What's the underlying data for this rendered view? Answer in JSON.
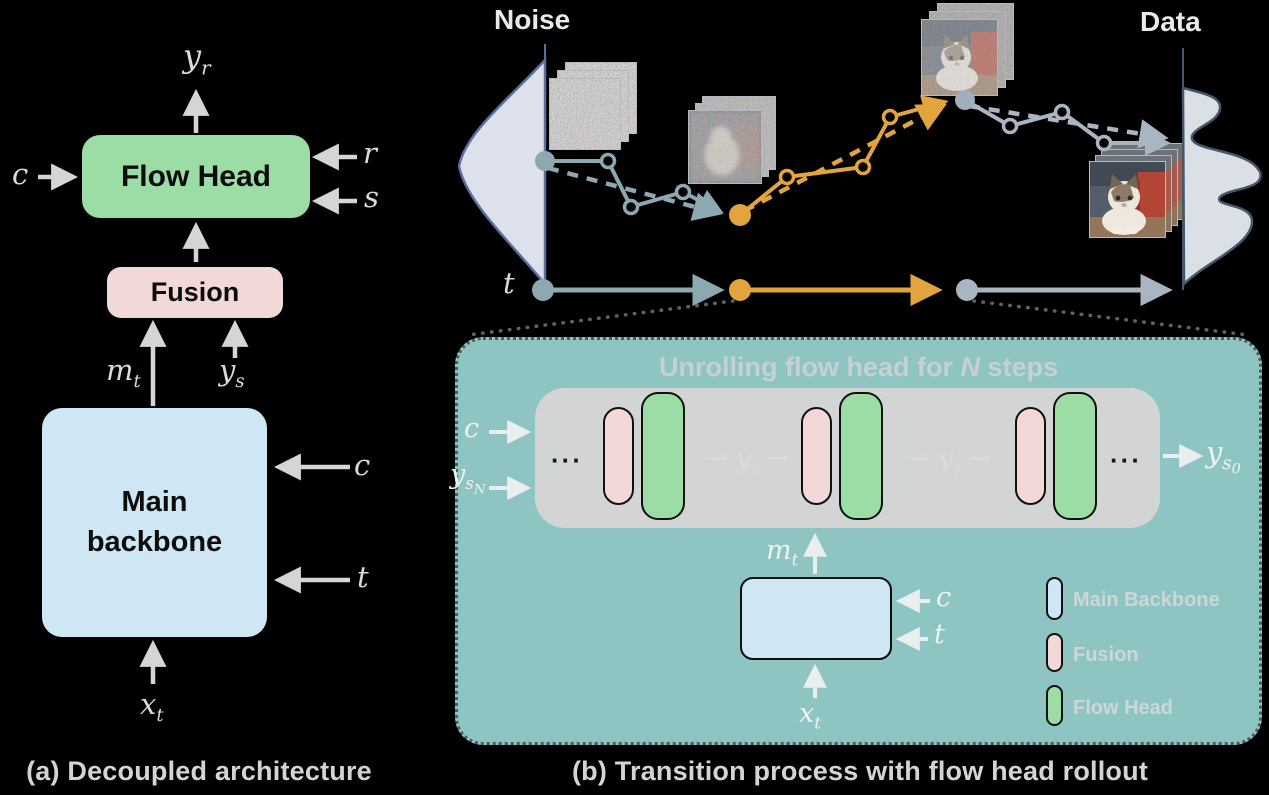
{
  "colors": {
    "flow_green": "#9cdca5",
    "fusion_pink": "#f2d9d7",
    "backbone_blue": "#cfe7f5",
    "teal_panel": "#8ec5c2",
    "gray_strip": "#d3d5d4",
    "slate": "#8ea8b2",
    "light_slate": "#aab5c2",
    "yellow": "#e2a43c",
    "arrow_light": "#d5d5d5",
    "arrow_white": "#e9efee"
  },
  "panel_a": {
    "caption": "(a) Decoupled architecture",
    "boxes": {
      "flow_head": "Flow Head",
      "fusion": "Fusion",
      "backbone": "Main backbone"
    },
    "math": {
      "y_r": {
        "base": "y",
        "sub": "r"
      },
      "c_flow": {
        "base": "c"
      },
      "r_in": {
        "base": "r"
      },
      "s_in": {
        "base": "s"
      },
      "m_t": {
        "base": "m",
        "sub": "t"
      },
      "y_s": {
        "base": "y",
        "sub": "s"
      },
      "c_backbone": {
        "base": "c"
      },
      "t_in": {
        "base": "t"
      },
      "x_t": {
        "base": "x",
        "sub": "t"
      }
    }
  },
  "panel_b": {
    "caption": "(b) Transition process with flow head rollout",
    "noise_label": "Noise",
    "data_label": "Data",
    "t_label": "t",
    "unroll": {
      "title_prefix": "Unrolling flow head for ",
      "title_n": "N",
      "title_suffix": " steps",
      "ellipsis": "···",
      "input_c": {
        "base": "c"
      },
      "input_ysn": {
        "base": "y",
        "sub": "s",
        "subsub": "N"
      },
      "output_ys0": {
        "base": "y",
        "sub": "s",
        "subsub": "0"
      },
      "gap_label": {
        "pre": "→",
        "base": "y",
        "sub": "s",
        "post": "→"
      }
    },
    "mini": {
      "m_t": {
        "base": "m",
        "sub": "t"
      },
      "c": {
        "base": "c"
      },
      "t": {
        "base": "t"
      },
      "x_t": {
        "base": "x",
        "sub": "t"
      }
    },
    "legend": [
      {
        "label": "Main Backbone",
        "color_key": "backbone_blue"
      },
      {
        "label": "Fusion",
        "color_key": "fusion_pink"
      },
      {
        "label": "Flow Head",
        "color_key": "flow_green"
      }
    ]
  }
}
